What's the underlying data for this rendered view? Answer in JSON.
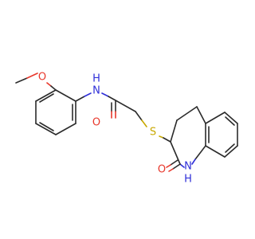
{
  "molecule": {
    "atoms": {
      "methoxy_oxygen": "O",
      "amide_nitrogen": "N",
      "amide_hydrogen": "H",
      "amide_oxygen": "O",
      "thioether_sulfur": "S",
      "lactam_oxygen": "O",
      "lactam_nitrogen": "N",
      "lactam_hydrogen": "H"
    },
    "colors": {
      "bond": "#2b2b2b",
      "oxygen": "#e8382c",
      "nitrogen": "#2f2fd8",
      "sulfur": "#c8a800",
      "background": "#ffffff"
    }
  }
}
